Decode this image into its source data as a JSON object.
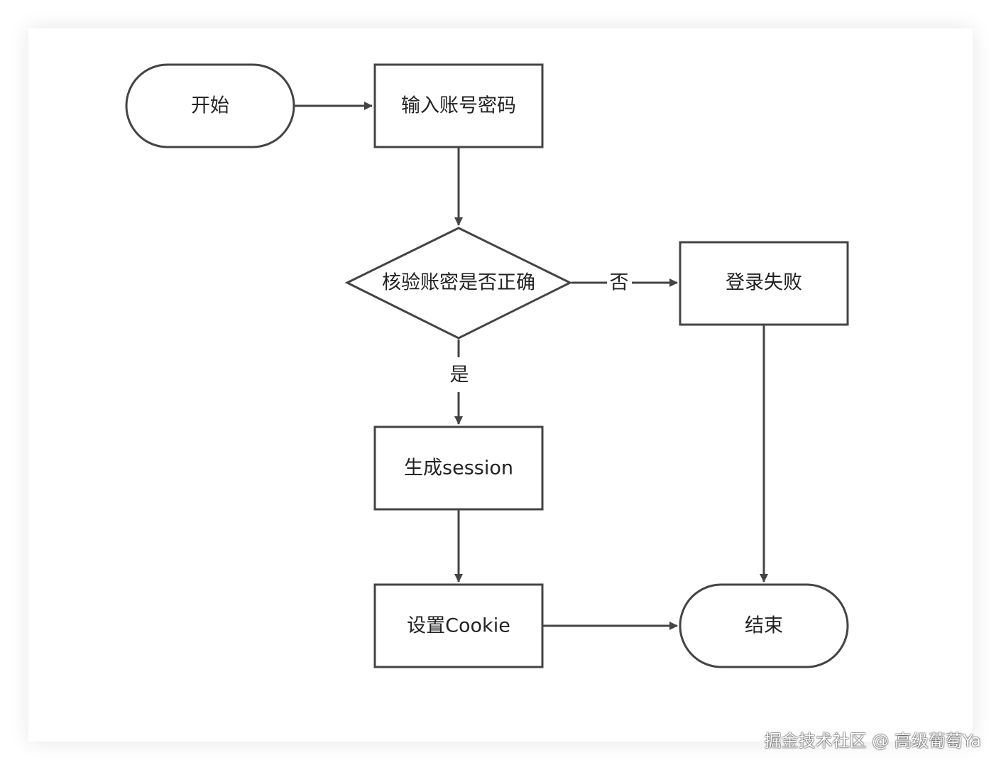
{
  "diagram": {
    "nodes": {
      "start": "开始",
      "input": "输入账号密码",
      "verify": "核验账密是否正确",
      "fail": "登录失败",
      "session": "生成session",
      "cookie": "设置Cookie",
      "end": "结束"
    },
    "edge_labels": {
      "no": "否",
      "yes": "是"
    }
  },
  "watermark": "掘金技术社区 @ 高级葡萄Ya",
  "colors": {
    "stroke": "#444444",
    "text": "#222222",
    "background": "#ffffff"
  }
}
